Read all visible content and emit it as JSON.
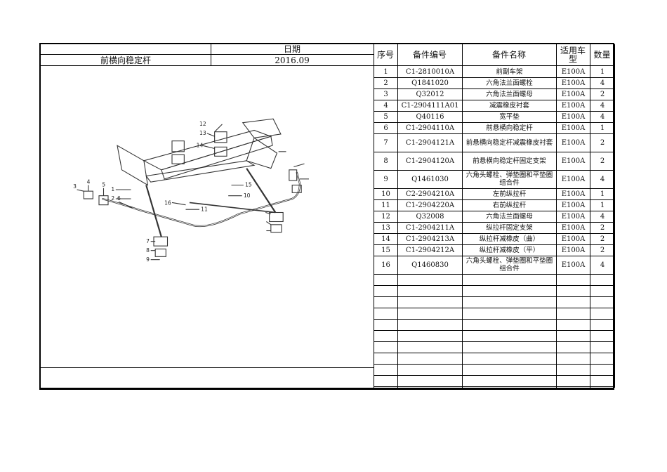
{
  "header": {
    "date_label": "日期",
    "title": "前横向稳定杆",
    "date_value": "2016.09"
  },
  "table": {
    "columns": [
      "序号",
      "备件编号",
      "备件名称",
      "适用车型",
      "数量"
    ],
    "rows": [
      {
        "no": "1",
        "part_no": "C1-2810010A",
        "name": "前副车架",
        "model": "E100A",
        "qty": "1"
      },
      {
        "no": "2",
        "part_no": "Q1841020",
        "name": "六角法兰面螺栓",
        "model": "E100A",
        "qty": "4"
      },
      {
        "no": "3",
        "part_no": "Q32012",
        "name": "六角法兰面螺母",
        "model": "E100A",
        "qty": "2"
      },
      {
        "no": "4",
        "part_no": "C1-2904111A01",
        "name": "减震橡皮衬套",
        "model": "E100A",
        "qty": "4"
      },
      {
        "no": "5",
        "part_no": "Q40116",
        "name": "宽平垫",
        "model": "E100A",
        "qty": "4"
      },
      {
        "no": "6",
        "part_no": "C1-2904110A",
        "name": "前悬横向稳定杆",
        "model": "E100A",
        "qty": "1"
      },
      {
        "no": "7",
        "part_no": "C1-2904121A",
        "name": "前悬横向稳定杆减震橡皮衬套",
        "model": "E100A",
        "qty": "2"
      },
      {
        "no": "8",
        "part_no": "C1-2904120A",
        "name": "前悬横向稳定杆固定支架",
        "model": "E100A",
        "qty": "2"
      },
      {
        "no": "9",
        "part_no": "Q1461030",
        "name": "六角头螺栓、弹垫圈和平垫圈组合件",
        "model": "E100A",
        "qty": "4"
      },
      {
        "no": "10",
        "part_no": "C2-2904210A",
        "name": "左前纵拉杆",
        "model": "E100A",
        "qty": "1"
      },
      {
        "no": "11",
        "part_no": "C1-2904220A",
        "name": "右前纵拉杆",
        "model": "E100A",
        "qty": "1"
      },
      {
        "no": "12",
        "part_no": "Q32008",
        "name": "六角法兰面螺母",
        "model": "E100A",
        "qty": "4"
      },
      {
        "no": "13",
        "part_no": "C1-2904211A",
        "name": "纵拉杆固定支架",
        "model": "E100A",
        "qty": "2"
      },
      {
        "no": "14",
        "part_no": "C1-2904213A",
        "name": "纵拉杆减橡皮（曲）",
        "model": "E100A",
        "qty": "2"
      },
      {
        "no": "15",
        "part_no": "C1-2904212A",
        "name": "纵拉杆减橡皮（平）",
        "model": "E100A",
        "qty": "2"
      },
      {
        "no": "16",
        "part_no": "Q1460830",
        "name": "六角头螺栓、弹垫圈和平垫圈组合件",
        "model": "E100A",
        "qty": "4"
      }
    ]
  },
  "diagram_callouts": [
    "1",
    "2",
    "3",
    "4",
    "5",
    "6",
    "7",
    "8",
    "9",
    "10",
    "11",
    "12",
    "13",
    "14",
    "15",
    "16"
  ]
}
